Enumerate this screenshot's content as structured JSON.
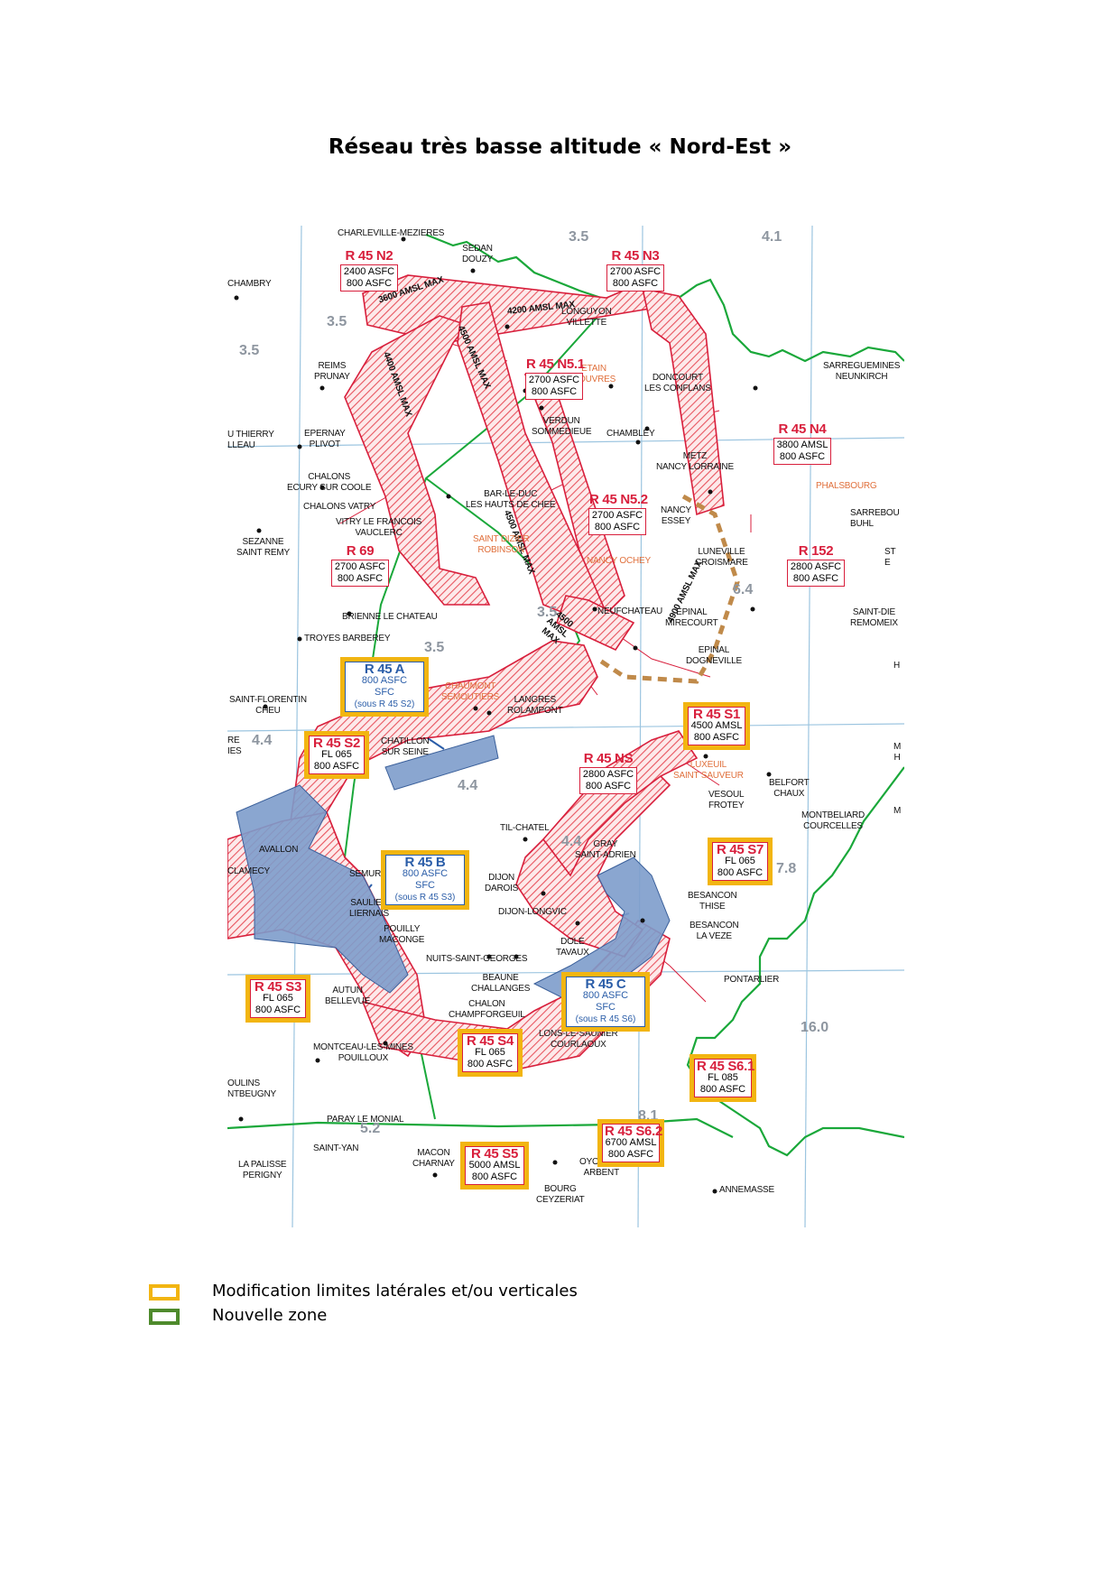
{
  "title": "Réseau très basse altitude « Nord-Est »",
  "colors": {
    "zone_outline": "#d81f3c",
    "zone_hatch": "#e8555f",
    "modified_highlight": "#f2b511",
    "new_zone": "#4e8a2c",
    "blue_fill": "#7d9ccb",
    "border_green": "#1aa83a",
    "grid_blue": "#8fbcd9",
    "dashed_brown": "#c08a4a"
  },
  "zones": {
    "n2": {
      "name": "R 45 N2",
      "l1": "2400 ASFC",
      "l2": "800 ASFC"
    },
    "n3": {
      "name": "R 45 N3",
      "l1": "2700 ASFC",
      "l2": "800 ASFC"
    },
    "n51": {
      "name": "R 45 N5.1",
      "l1": "2700 ASFC",
      "l2": "800 ASFC"
    },
    "n4": {
      "name": "R 45 N4",
      "l1": "3800 AMSL",
      "l2": "800 ASFC"
    },
    "n52": {
      "name": "R 45 N5.2",
      "l1": "2700 ASFC",
      "l2": "800 ASFC"
    },
    "r69": {
      "name": "R 69",
      "l1": "2700 ASFC",
      "l2": "800 ASFC"
    },
    "r152": {
      "name": "R 152",
      "l1": "2800 ASFC",
      "l2": "800 ASFC"
    },
    "a": {
      "name": "R 45 A",
      "l1": "800 ASFC",
      "l2": "SFC",
      "l3": "(sous R 45 S2)"
    },
    "s1": {
      "name": "R 45 S1",
      "l1": "4500 AMSL",
      "l2": "800 ASFC"
    },
    "s2": {
      "name": "R 45 S2",
      "l1": "FL 065",
      "l2": "800 ASFC"
    },
    "ns": {
      "name": "R 45 NS",
      "l1": "2800 ASFC",
      "l2": "800 ASFC"
    },
    "s7": {
      "name": "R 45 S7",
      "l1": "FL 065",
      "l2": "800 ASFC"
    },
    "b": {
      "name": "R 45 B",
      "l1": "800 ASFC",
      "l2": "SFC",
      "l3": "(sous R 45 S3)"
    },
    "c": {
      "name": "R 45 C",
      "l1": "800 ASFC",
      "l2": "SFC",
      "l3": "(sous R 45 S6)"
    },
    "s3": {
      "name": "R 45 S3",
      "l1": "FL 065",
      "l2": "800 ASFC"
    },
    "s4": {
      "name": "R 45 S4",
      "l1": "FL 065",
      "l2": "800 ASFC"
    },
    "s61": {
      "name": "R 45 S6.1",
      "l1": "FL 085",
      "l2": "800 ASFC"
    },
    "s62": {
      "name": "R 45 S6.2",
      "l1": "6700 AMSL",
      "l2": "800 ASFC"
    },
    "s5": {
      "name": "R 45 S5",
      "l1": "5000 AMSL",
      "l2": "800 ASFC"
    }
  },
  "corridor_labels": {
    "a3600": "3600 AMSL MAX",
    "a4200": "4200 AMSL MAX",
    "a4400": "4400 AMSL MAX",
    "a4500a": "4500 AMSL MAX",
    "a4500b": "4500 AMSL MAX",
    "a4500c": "4500 AMSL MAX",
    "a4900": "4900 AMSL MAX"
  },
  "grid_numbers": {
    "g1": "3.5",
    "g2": "4.1",
    "g3": "3.5",
    "g4": "3.5",
    "g5": "3.5",
    "g6": "6.4",
    "g7": "3.5",
    "g8": "4.4",
    "g9": "4.4",
    "g10": "4.4",
    "g11": "7.8",
    "g12": "16.0",
    "g13": "5.2",
    "g14": "8.1"
  },
  "cities": {
    "c1": "CHARLEVILLE-MEZIERES",
    "c2": "SEDAN\nDOUZY",
    "c3": "CHAMBRY",
    "c4": "LONGUYON\nVILLETTE",
    "c5": "REIMS\nPRUNAY",
    "c6": "ETAIN\nROUVRES",
    "c7": "DONCOURT\nLES CONFLANS",
    "c8": "SARREGUEMINES\nNEUNKIRCH",
    "c9": "VERDUN\nSOMMEDIEUE",
    "c10": "CHAMBLEY",
    "c11": "U THIERRY\nLLEAU",
    "c12": "EPERNAY\nPLIVOT",
    "c13": "METZ\nNANCY LORRAINE",
    "c14": "CHALONS\nECURY SUR COOLE",
    "c15": "CHALONS VATRY",
    "c16": "PHALSBOURG",
    "c17": "BAR-LE-DUC\nLES HAUTS DE CHEE",
    "c18": "NANCY\nESSEY",
    "c19": "SARREBOU\nBUHL",
    "c20": "VITRY LE FRANCOIS\nVAUCLERC",
    "c21": "SEZANNE\nSAINT REMY",
    "c22": "SAINT DIZIER\nROBINSON",
    "c23": "NANCY OCHEY",
    "c24": "LUNEVILLE\nCROISMARE",
    "c25": "ST\nE",
    "c26": "BRIENNE LE CHATEAU",
    "c27": "NEUFCHATEAU",
    "c28": "EPINAL\nMIRECOURT",
    "c29": "SAINT-DIE\nREMOMEIX",
    "c30": "TROYES BARBEREY",
    "c31": "EPINAL\nDOGNEVILLE",
    "c32": "H",
    "c33": "CHAUMONT\nSEMOUTIERS",
    "c34": "SAINT-FLORENTIN\nCHEU",
    "c35": "LANGRES\nROLAMPONT",
    "c36": "RE\nIES",
    "c37": "CHATILLON\nSUR SEINE",
    "c38": "LUXEUIL\nSAINT SAUVEUR",
    "c39": "M\nH",
    "c40": "BELFORT\nCHAUX",
    "c41": "VESOUL\nFROTEY",
    "c42": "MONTBELIARD\nCOURCELLES",
    "c43": "M",
    "c44": "TIL-CHATEL",
    "c45": "AVALLON",
    "c46": "GRAY\nSAINT-ADRIEN",
    "c47": "CLAMECY",
    "c48": "SEMUR EN AUXOIS",
    "c49": "DIJON\nDAROIS",
    "c50": "SAULIEU\nLIERNAIS",
    "c51": "BESANCON\nTHISE",
    "c52": "DIJON-LONGVIC",
    "c53": "BESANCON\nLA VEZE",
    "c54": "POUILLY\nMACONGE",
    "c55": "NUITS-SAINT-GEORGES",
    "c56": "DOLE\nTAVAUX",
    "c57": "BEAUNE\nCHALLANGES",
    "c58": "PONTARLIER",
    "c59": "AUTUN\nBELLEVUE",
    "c60": "CHALON\nCHAMPFORGEUIL",
    "c61": "LONS-LE-SAUNIER\nCOURLAOUX",
    "c62": "MONTCEAU-LES-MINES\nPOUILLOUX",
    "c63": "OULINS\nNTBEUGNY",
    "c64": "PARAY LE MONIAL",
    "c65": "SAINT-YAN",
    "c66": "MACON\nCHARNAY",
    "c67": "OYONNAX\nARBENT",
    "c68": "LA PALISSE\nPERIGNY",
    "c69": "ANNEMASSE",
    "c70": "BOURG\nCEYZERIAT"
  },
  "legend": [
    {
      "label": "Modification limites latérales et/ou verticales",
      "color": "#f2b511"
    },
    {
      "label": "Nouvelle zone",
      "color": "#4e8a2c"
    }
  ]
}
